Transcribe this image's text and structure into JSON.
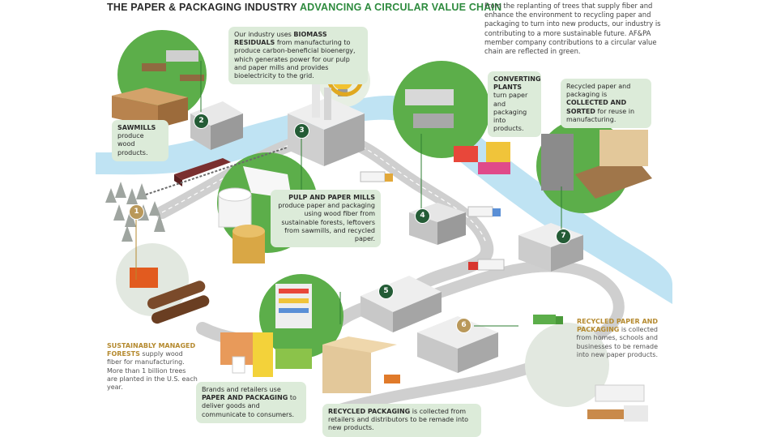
{
  "title": {
    "part1": "THE PAPER & PACKAGING INDUSTRY",
    "part2": "ADVANCING A CIRCULAR VALUE CHAIN"
  },
  "intro": "From the replanting of trees that supply fiber and enhance the environment to recycling paper and packaging to turn into new products, our industry is contributing to a more sustainable future. AF&PA member company contributions to a circular value chain are reflected in green.",
  "steps": {
    "s1": {
      "number": "1",
      "bold": "SUSTAINABLY MANAGED FORESTS",
      "text": " supply wood fiber for manufacturing. More than 1 billion trees are planted in the U.S. each year."
    },
    "s2": {
      "number": "2",
      "bold": "SAWMILLS",
      "text": " produce wood products."
    },
    "biomass": {
      "pre": "Our industry uses ",
      "bold": "BIOMASS RESIDUALS",
      "text": " from manufacturing to produce carbon-beneficial bioenergy, which generates power for our pulp and paper mills and provides bioelectricity to the grid."
    },
    "s3": {
      "number": "3",
      "bold": "PULP AND PAPER MILLS",
      "text": " produce paper and packaging using wood fiber from sustainable forests, leftovers from sawmills, and recycled paper."
    },
    "s4": {
      "number": "4",
      "bold": "CONVERTING PLANTS",
      "text": " turn paper and packaging into products."
    },
    "s5": {
      "number": "5",
      "pre": "Brands and retailers use ",
      "bold": "PAPER AND PACKAGING",
      "text": " to deliver goods and communicate to consumers."
    },
    "s6": {
      "number": "6",
      "bold": "RECYCLED PAPER AND PACKAGING",
      "text": " is collected from homes, schools and businesses to be remade into new paper products."
    },
    "s7": {
      "number": "7",
      "pre": "Recycled paper and packaging is ",
      "bold": "COLLECTED AND SORTED",
      "text": " for reuse in manufacturing."
    },
    "recycled_packaging": {
      "bold": "RECYCLED PACKAGING",
      "text": " is collected from retailers and distributors to be remade into new products."
    }
  },
  "colors": {
    "green_circle": "#5cae4a",
    "light_green_box": "#dcebd9",
    "river": "#bfe3f3",
    "road": "#c9c9c9",
    "number_badge": "#245c36",
    "gold_text": "#b58a2f"
  }
}
